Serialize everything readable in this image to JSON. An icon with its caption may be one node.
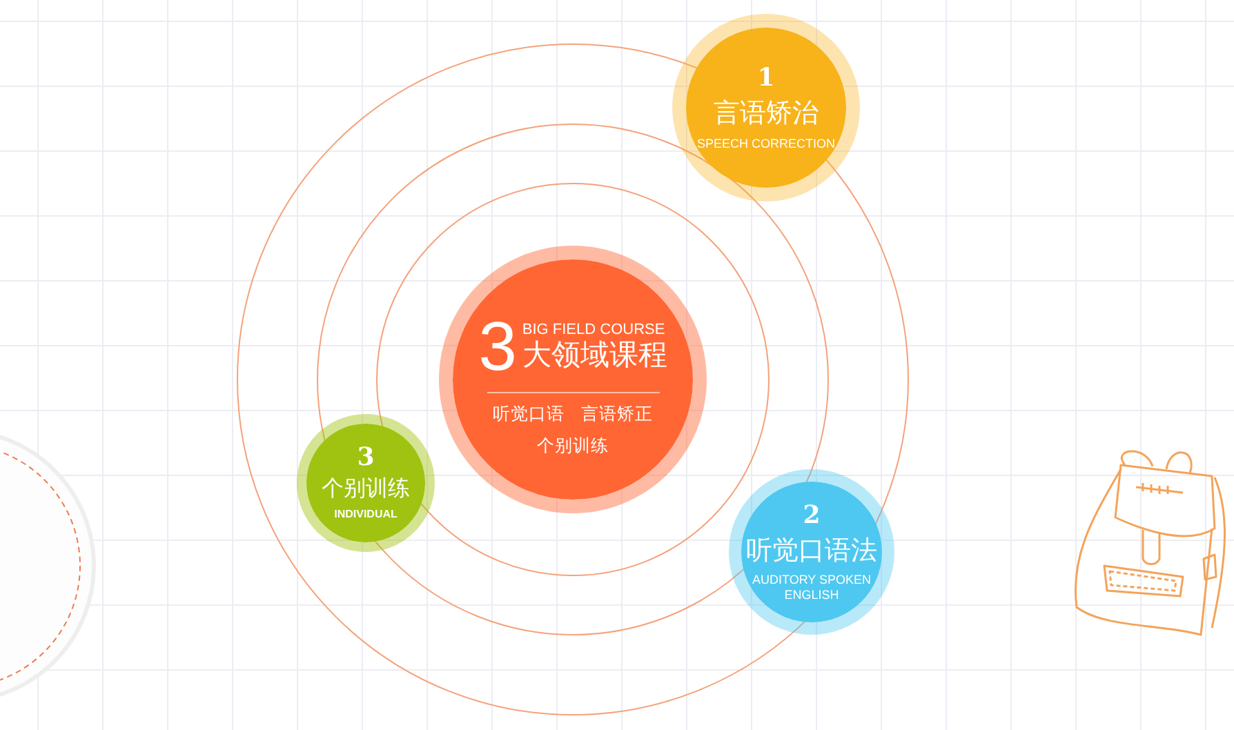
{
  "diagram": {
    "nodes": [
      {
        "text": [
          "3",
          "BIG FIELD COURSE",
          "大领域课程",
          "听觉口语",
          "言语矫正",
          "个别训练"
        ]
      },
      {
        "text": [
          "1",
          "言语矫治",
          "SPEECH CORRECTION"
        ]
      },
      {
        "text": [
          "3",
          "个别训练",
          "INDIVIDUAL"
        ]
      },
      {
        "text": [
          "2",
          "听觉口语法",
          "AUDITORY SPOKEN ENGLISH"
        ]
      }
    ]
  }
}
